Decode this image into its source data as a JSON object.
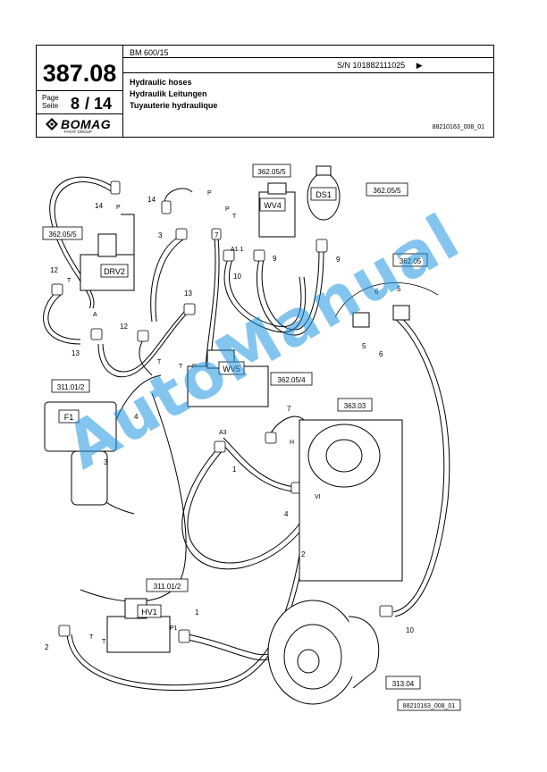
{
  "header": {
    "page_number": "387.08",
    "page_label_1": "Page",
    "page_label_2": "Seite",
    "page_current": "8",
    "page_sep": "/",
    "page_total": "14",
    "brand": "BOMAG",
    "brand_sub": "FAYAT GROUP",
    "model": "BM 600/15",
    "serial": "S/N 101882111025",
    "serial_arrow": "▶",
    "title_en": "Hydraulic hoses",
    "title_de": "Hydraulik Leitungen",
    "title_fr": "Tuyauterie hydraulique",
    "doc_ref": "88210163_008_01"
  },
  "diagram": {
    "ref_boxes": {
      "r1": "362.05/5",
      "r2": "362.05/5",
      "r3": "362.05/5",
      "r4": "362.05",
      "r5": "311.01/2",
      "r6": "362.05/4",
      "r7": "363.03",
      "r8": "311.01/2",
      "r9": "313.04",
      "r10": "88210163_008_01"
    },
    "component_labels": {
      "drv2": "DRV2",
      "wv4": "WV4",
      "ds1": "DS1",
      "wv5": "WV5",
      "f1": "F1",
      "hv1": "HV1"
    },
    "port_labels": {
      "p1": "P",
      "p2": "P",
      "t1": "T",
      "t2": "T",
      "a11": "A1.1",
      "p3": "P",
      "t3": "T",
      "a1": "A",
      "t4": "T",
      "p4": "P",
      "a3": "A3",
      "h": "H",
      "vi": "VI",
      "t5": "T",
      "p1b": "P1",
      "t6": "T"
    },
    "callouts": {
      "c14a": "14",
      "c14b": "14",
      "c3a": "3",
      "c7a": "7",
      "c12a": "12",
      "c10a": "10",
      "c9a": "9",
      "c9b": "9",
      "c6a": "6",
      "c5a": "5",
      "c5b": "5",
      "c6b": "6",
      "c13a": "13",
      "c12b": "12",
      "c13b": "13",
      "c4a": "4",
      "c3b": "3",
      "c7b": "7",
      "c1a": "1",
      "c4b": "4",
      "c2a": "2",
      "c1b": "1",
      "c2b": "2",
      "c10b": "10"
    }
  },
  "watermark": "AutoManual"
}
